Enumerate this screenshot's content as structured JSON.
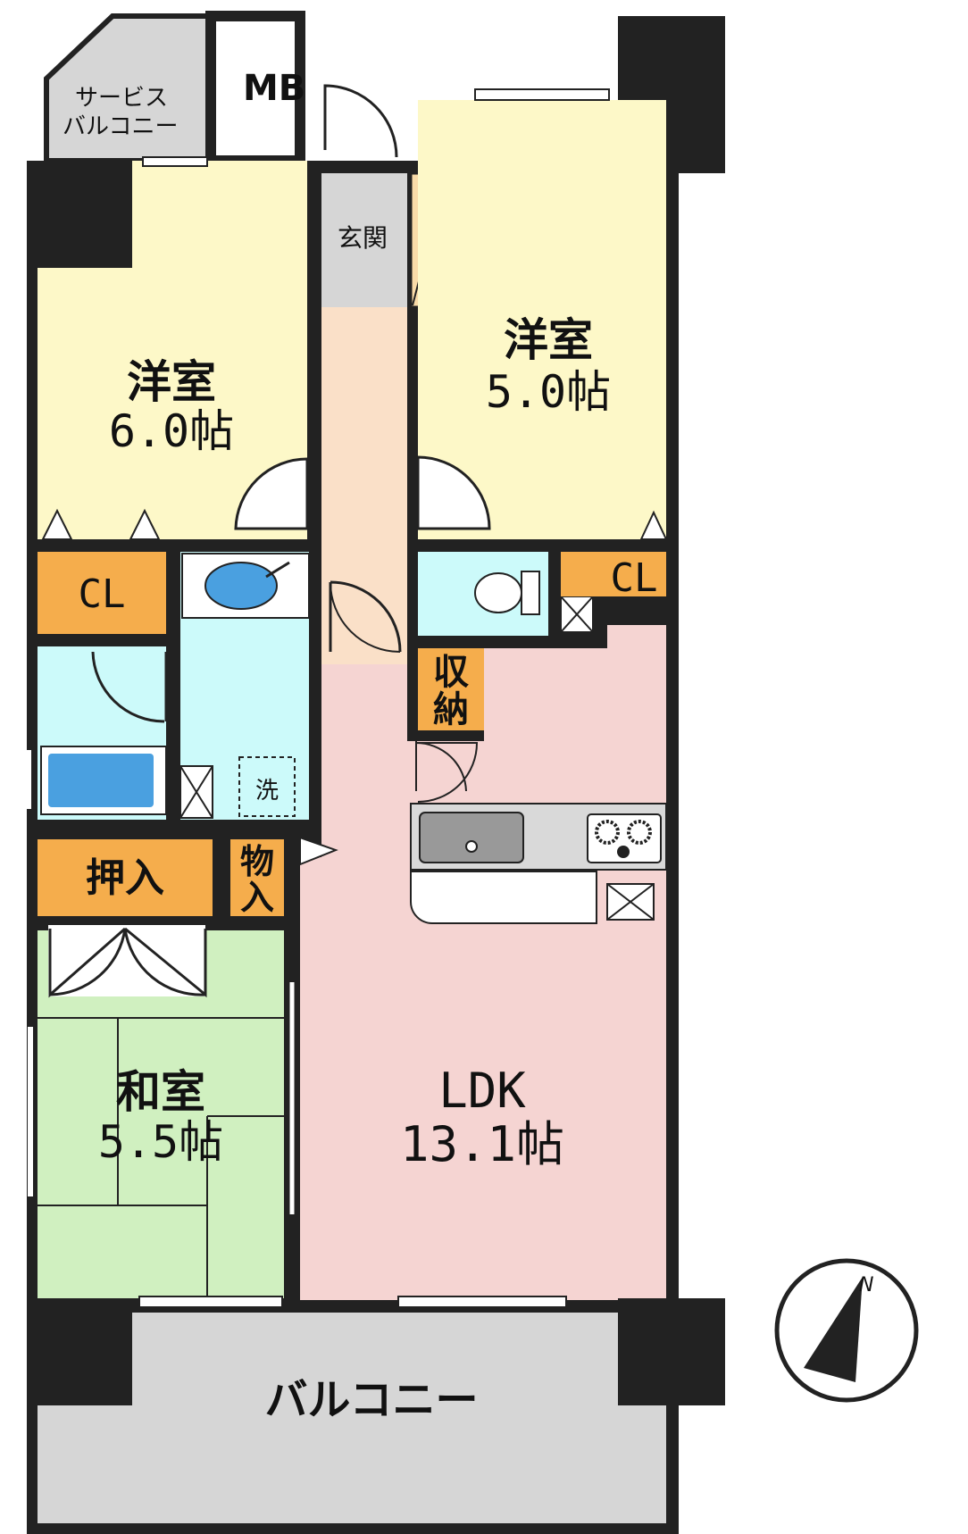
{
  "rooms": {
    "western_room_1": {
      "name": "洋室",
      "size": "6.0帖"
    },
    "western_room_2": {
      "name": "洋室",
      "size": "5.0帖"
    },
    "japanese_room": {
      "name": "和室",
      "size": "5.5帖"
    },
    "ldk": {
      "name": "LDK",
      "size": "13.1帖"
    }
  },
  "labels": {
    "service_balcony_line1": "サービス",
    "service_balcony_line2": "バルコニー",
    "meter_box": "MB",
    "entrance": "玄関",
    "closet_left": "CL",
    "closet_right": "CL",
    "storage_1": "収",
    "storage_2": "納",
    "oshiire": "押入",
    "monoire_1": "物",
    "monoire_2": "入",
    "washer": "洗",
    "balcony": "バルコニー",
    "compass_n": "N"
  },
  "colors": {
    "wall": "#222222",
    "western_room": "#fdf8c8",
    "hallway": "#fae0c8",
    "entrance": "#d6d6d6",
    "ldk": "#f5d4d2",
    "japanese_room": "#d0f0c0",
    "wet_area": "#ccfafa",
    "storage": "#f5ad4c",
    "balcony": "#d6d6d6",
    "bath_tub": "#4aa0e0"
  }
}
